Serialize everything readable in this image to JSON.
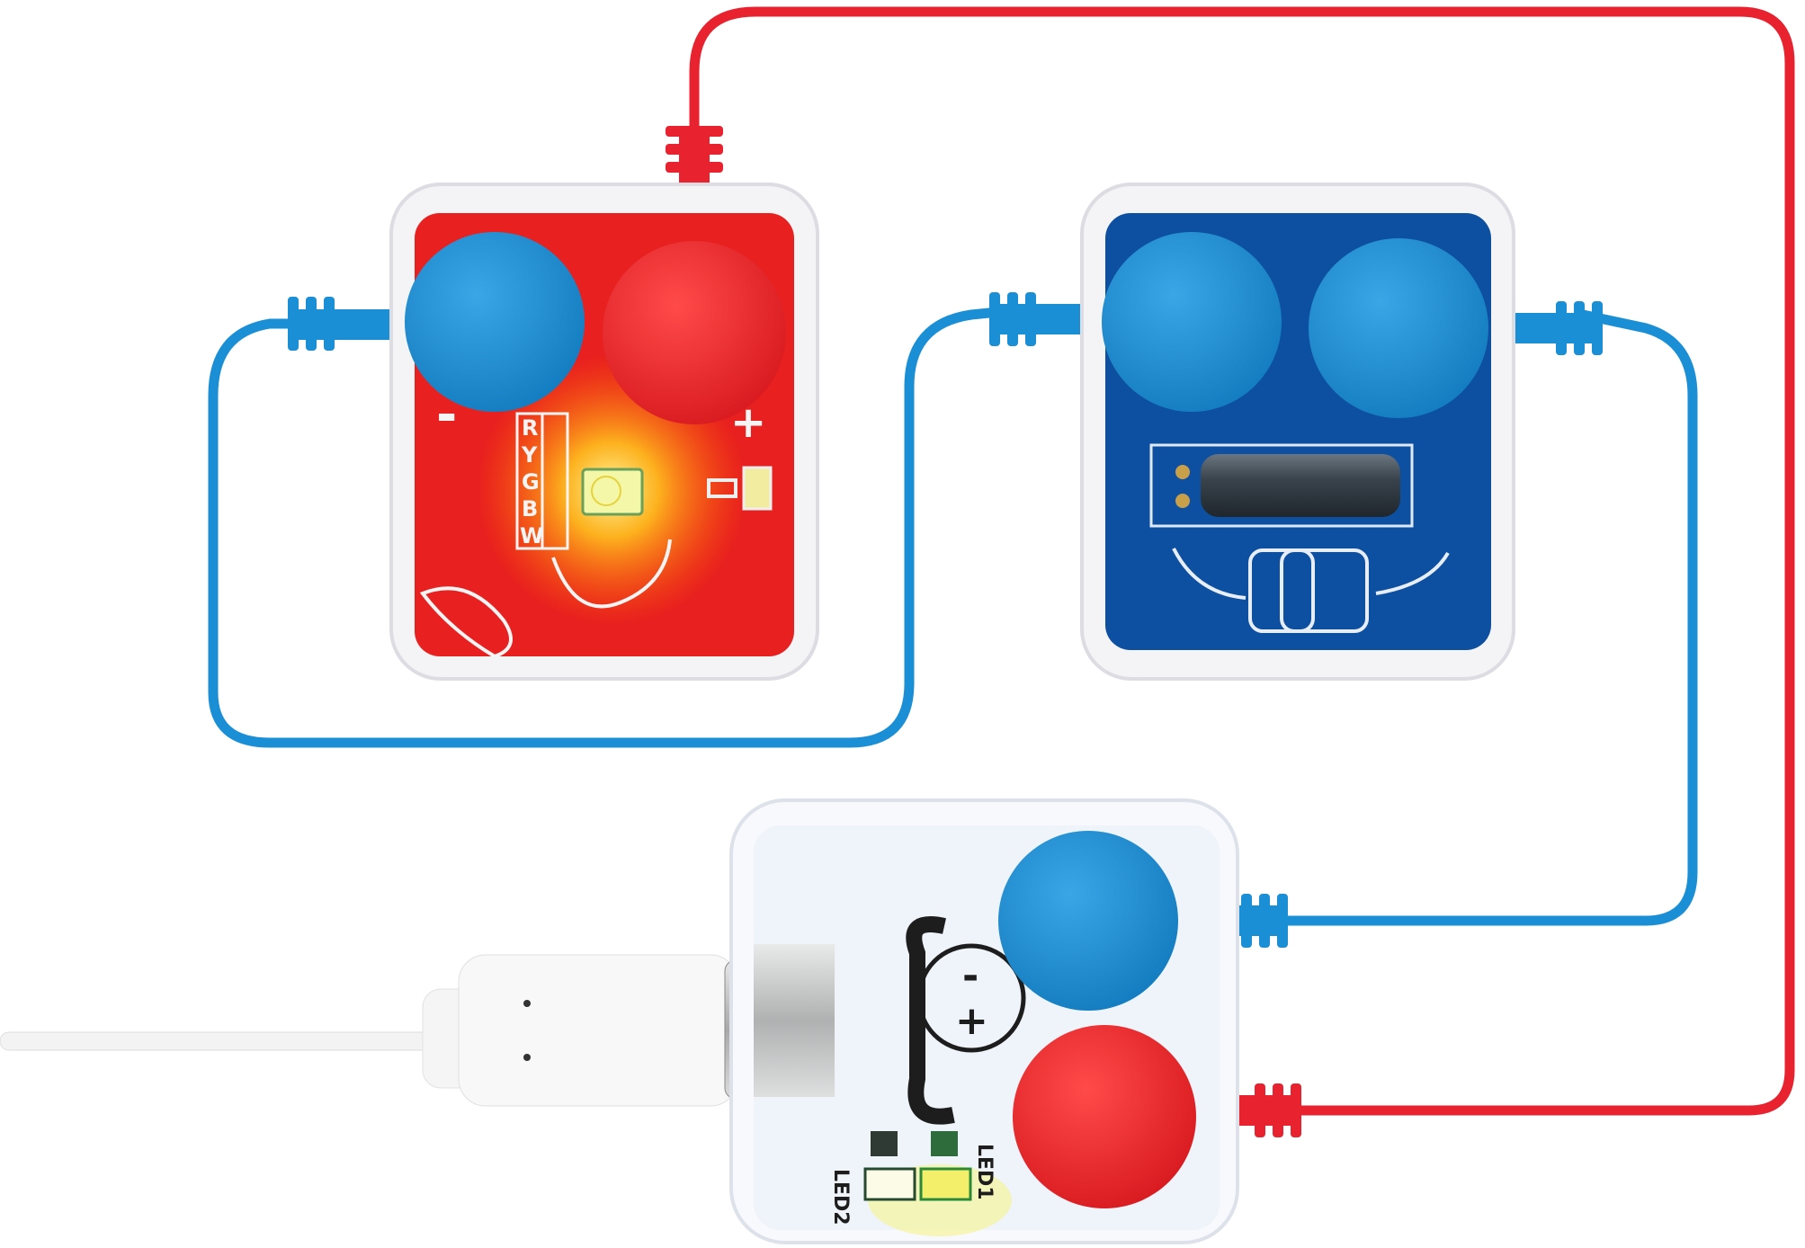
{
  "colors": {
    "red_wire": "#e8222e",
    "blue_wire": "#1a8fd6",
    "red_pcb": "#e8201f",
    "blue_pcb": "#0d4fa0",
    "white_pcb": "#eef4fa",
    "snap_blue": "#1d8fd4",
    "snap_red": "#ec2b2b",
    "led_glow": "#ffd23a"
  },
  "led_module": {
    "color_grid": [
      "R",
      "Y",
      "G",
      "B",
      "W"
    ],
    "minus_label": "-",
    "plus_label": "+"
  },
  "battery_module": {
    "minus_label": "-",
    "plus_label": "+",
    "led1_label": "LED1",
    "led2_label": "LED2"
  }
}
